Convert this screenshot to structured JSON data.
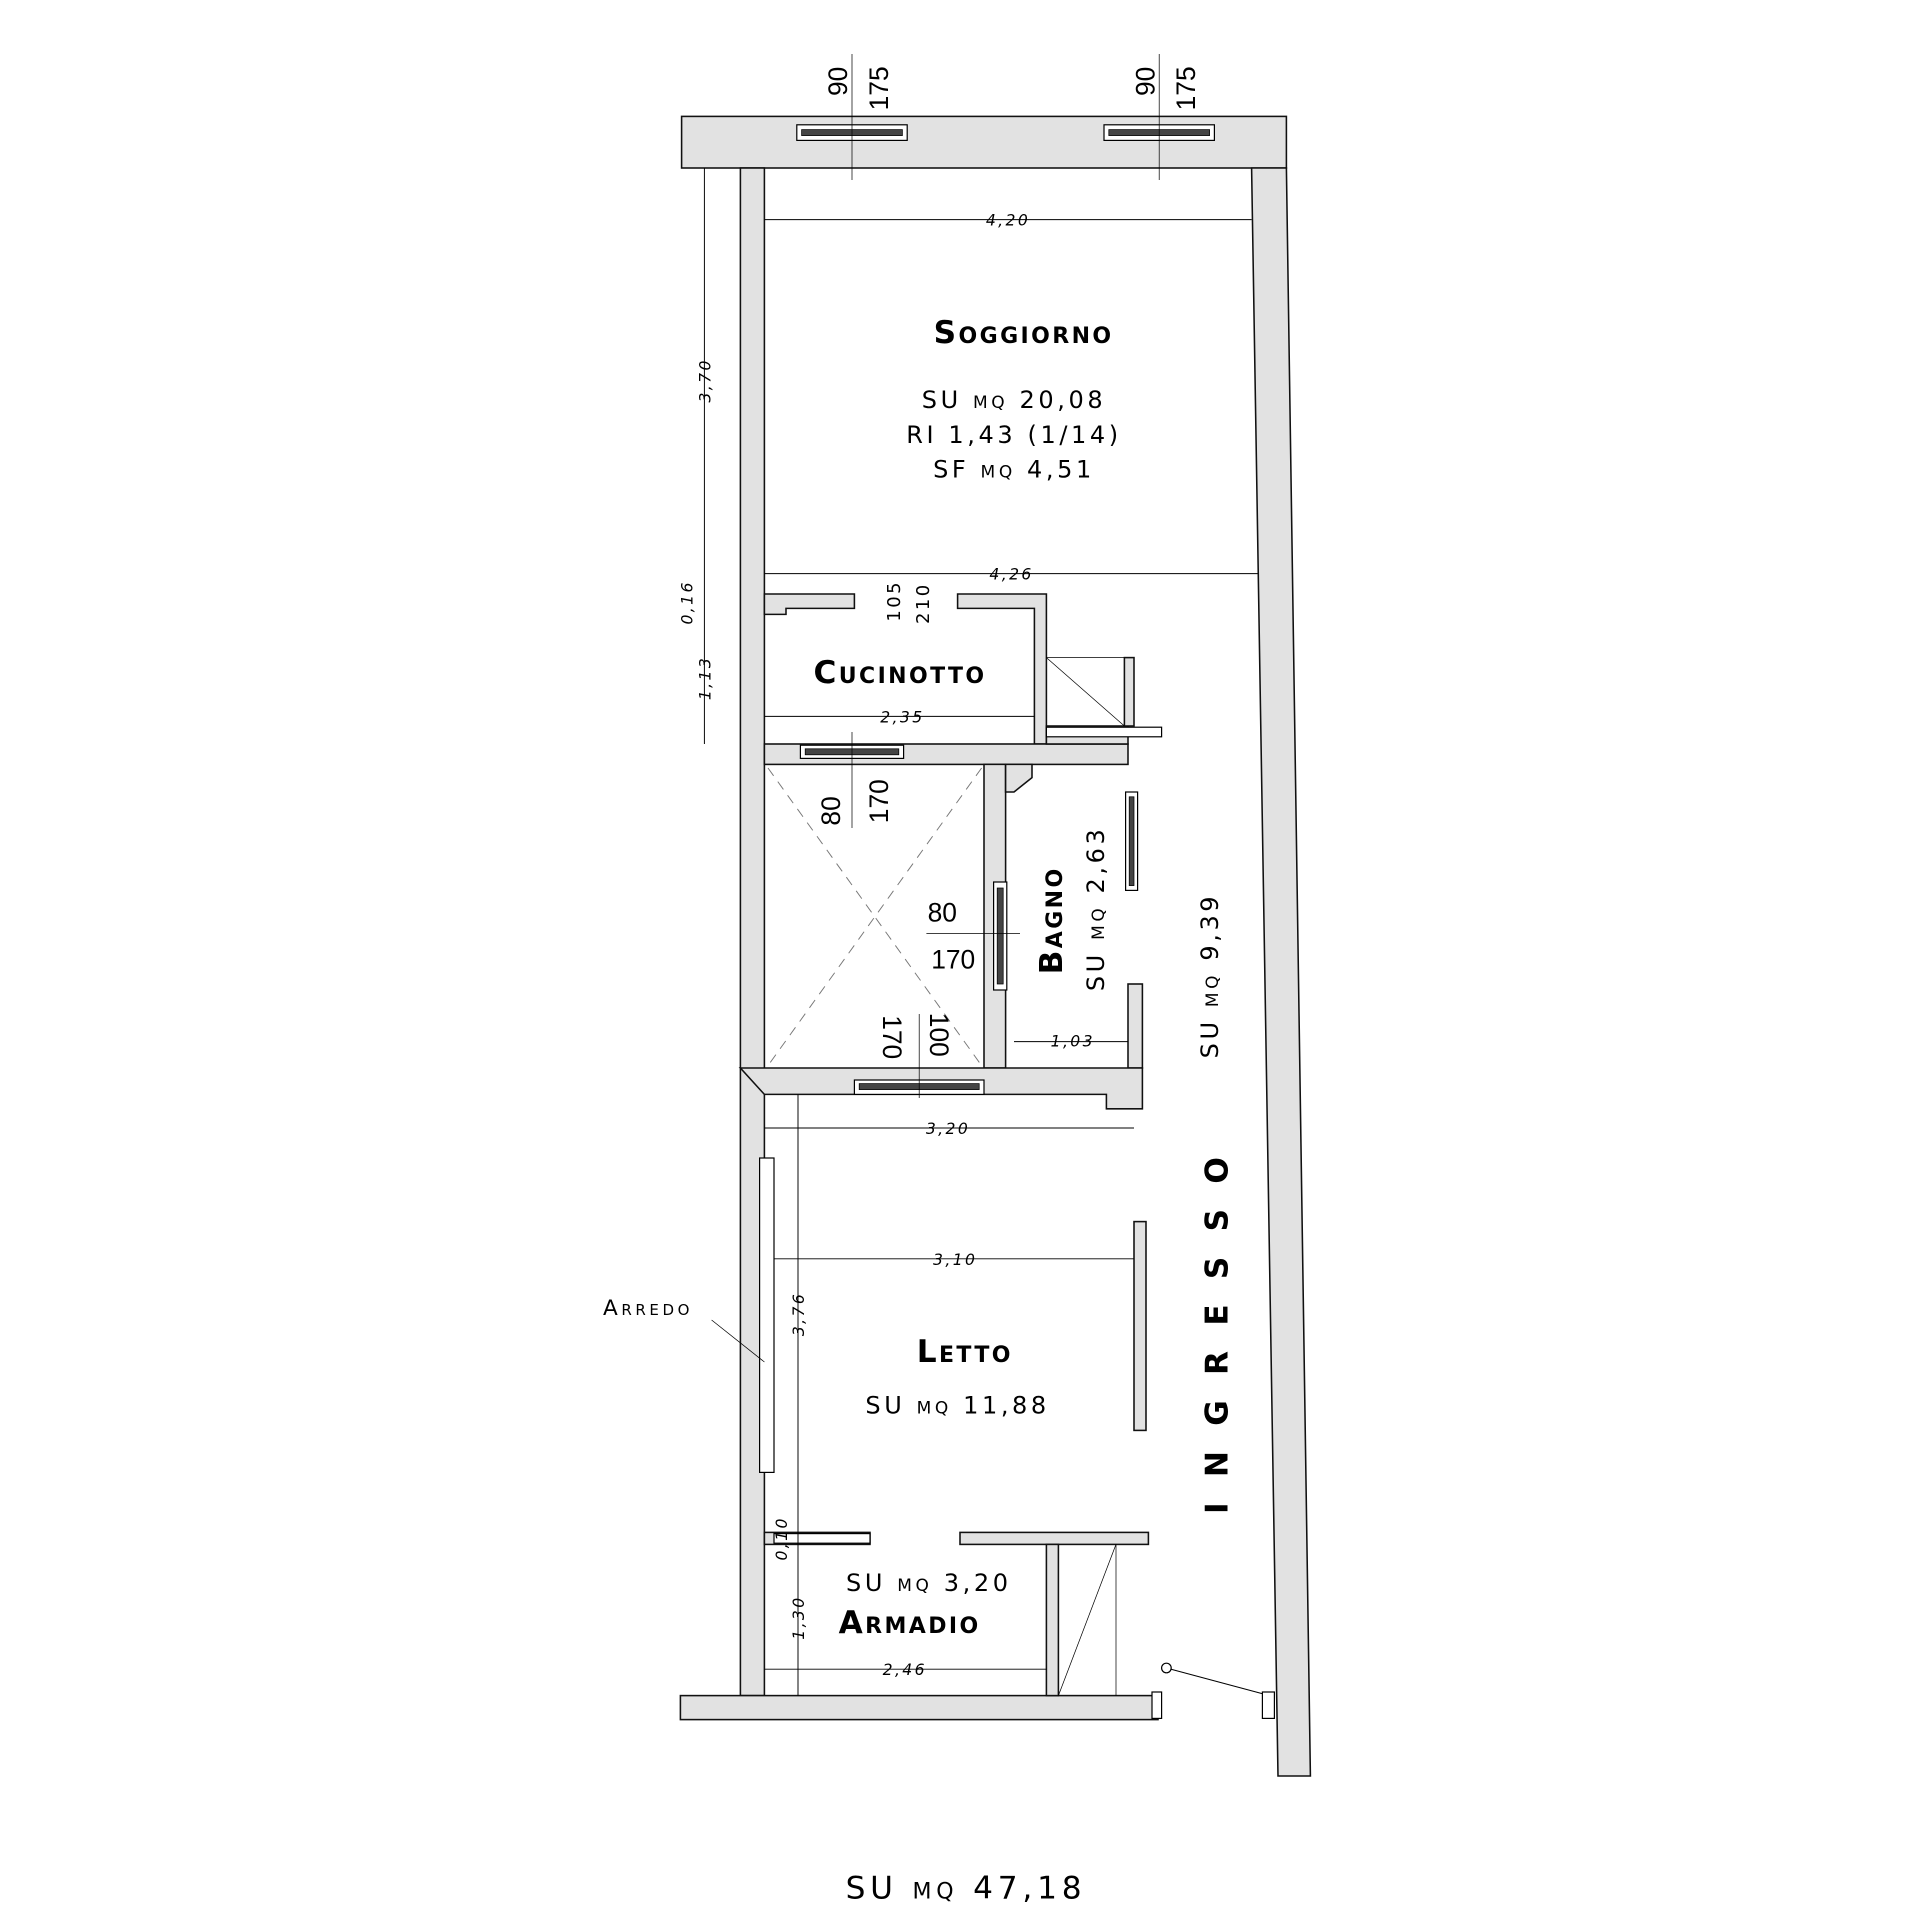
{
  "rooms": {
    "soggiorno": {
      "name": "Soggiorno",
      "su": "SU mq 20,08",
      "ri": "RI 1,43 (1/14)",
      "sf": "SF mq 4,51"
    },
    "cucinotto": {
      "name": "Cucinotto"
    },
    "bagno": {
      "name": "Bagno",
      "su": "SU mq 2,63"
    },
    "ingresso": {
      "name": "I N G R E S S O",
      "su": "SU mq 9,39"
    },
    "letto": {
      "name": "Letto",
      "su": "SU mq 11,88"
    },
    "armadio": {
      "name": "Armadio",
      "su": "SU mq 3,20"
    }
  },
  "annotations": {
    "arredo": "Arredo"
  },
  "total": "SU mq 47,18",
  "dimensions": {
    "d420": "4,20",
    "d426": "4,26",
    "d370": "3,70",
    "d016": "0,16",
    "d113": "1,13",
    "d235": "2,35",
    "d103": "1,03",
    "d320": "3,20",
    "d310": "3,10",
    "d376": "3,76",
    "d010": "0,10",
    "d130": "1,30",
    "d246": "2,46"
  },
  "openings": {
    "win1": {
      "w": "90",
      "h": "175"
    },
    "win2": {
      "w": "90",
      "h": "175"
    },
    "door_cuc": {
      "w": "105",
      "h": "210"
    },
    "door_a": {
      "w": "80",
      "h": "170"
    },
    "door_b": {
      "w": "80",
      "h": "170"
    },
    "door_c": {
      "w": "100",
      "h": "170"
    }
  }
}
